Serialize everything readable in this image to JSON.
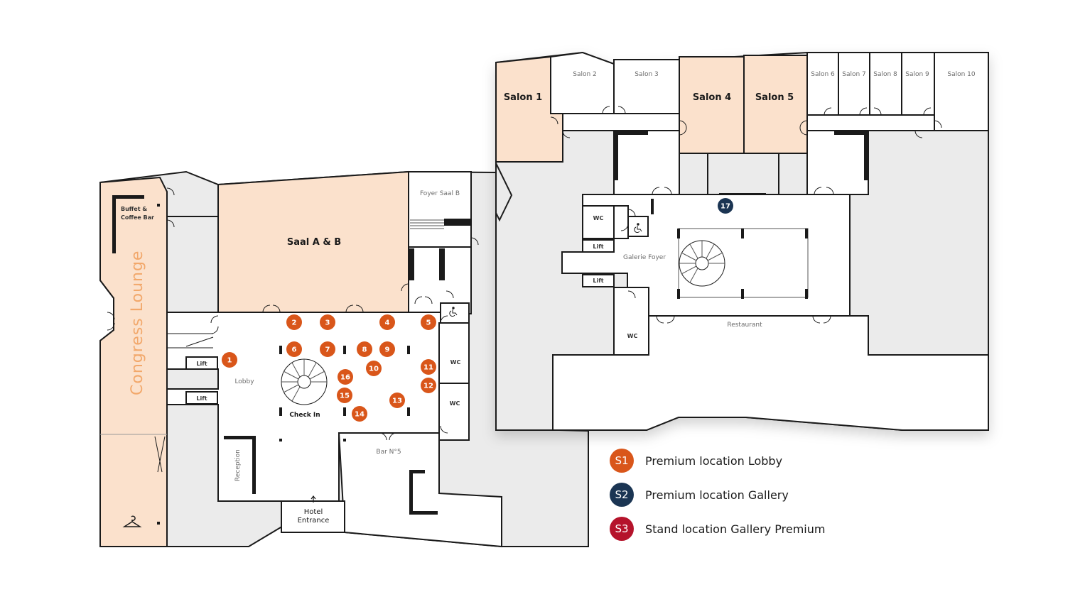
{
  "rooms": {
    "congress_lounge": "Congress Lounge",
    "buffet": "Buffet &",
    "coffee_bar": "Coffee Bar",
    "saal_ab": "Saal A & B",
    "foyer_saal_b": "Foyer Saal B",
    "lobby": "Lobby",
    "check_in": "Check In",
    "lift": "Lift",
    "reception": "Reception",
    "bar_no5": "Bar N°5",
    "hotel": "Hotel",
    "entrance": "Entrance",
    "wc": "WC",
    "salon_1": "Salon 1",
    "salon_2": "Salon 2",
    "salon_3": "Salon 3",
    "salon_4": "Salon 4",
    "salon_5": "Salon 5",
    "salon_6": "Salon 6",
    "salon_7": "Salon 7",
    "salon_8": "Salon 8",
    "salon_9": "Salon 9",
    "salon_10": "Salon 10",
    "galerie_foyer": "Galerie Foyer",
    "restaurant": "Restaurant"
  },
  "markers": [
    {
      "label": "1",
      "category": "S1"
    },
    {
      "label": "2",
      "category": "S1"
    },
    {
      "label": "3",
      "category": "S1"
    },
    {
      "label": "4",
      "category": "S1"
    },
    {
      "label": "5",
      "category": "S1"
    },
    {
      "label": "6",
      "category": "S1"
    },
    {
      "label": "7",
      "category": "S1"
    },
    {
      "label": "8",
      "category": "S1"
    },
    {
      "label": "9",
      "category": "S1"
    },
    {
      "label": "10",
      "category": "S1"
    },
    {
      "label": "11",
      "category": "S1"
    },
    {
      "label": "12",
      "category": "S1"
    },
    {
      "label": "13",
      "category": "S1"
    },
    {
      "label": "14",
      "category": "S1"
    },
    {
      "label": "15",
      "category": "S1"
    },
    {
      "label": "16",
      "category": "S1"
    },
    {
      "label": "17",
      "category": "S2"
    }
  ],
  "legend": [
    {
      "code": "S1",
      "text": "Premium location Lobby",
      "color": "#d9561a"
    },
    {
      "code": "S2",
      "text": "Premium location Gallery",
      "color": "#1b3553"
    },
    {
      "code": "S3",
      "text": "Stand location Gallery Premium",
      "color": "#b5132b"
    }
  ],
  "colors": {
    "highlight_room": "#fbe1cc",
    "walls": "#1a1a1a",
    "service_area": "#ebebeb",
    "lounge_text": "#f2a86b"
  },
  "icons": [
    "wheelchair-icon",
    "coat-hanger-icon",
    "arrow-up-icon",
    "spiral-staircase-icon"
  ]
}
